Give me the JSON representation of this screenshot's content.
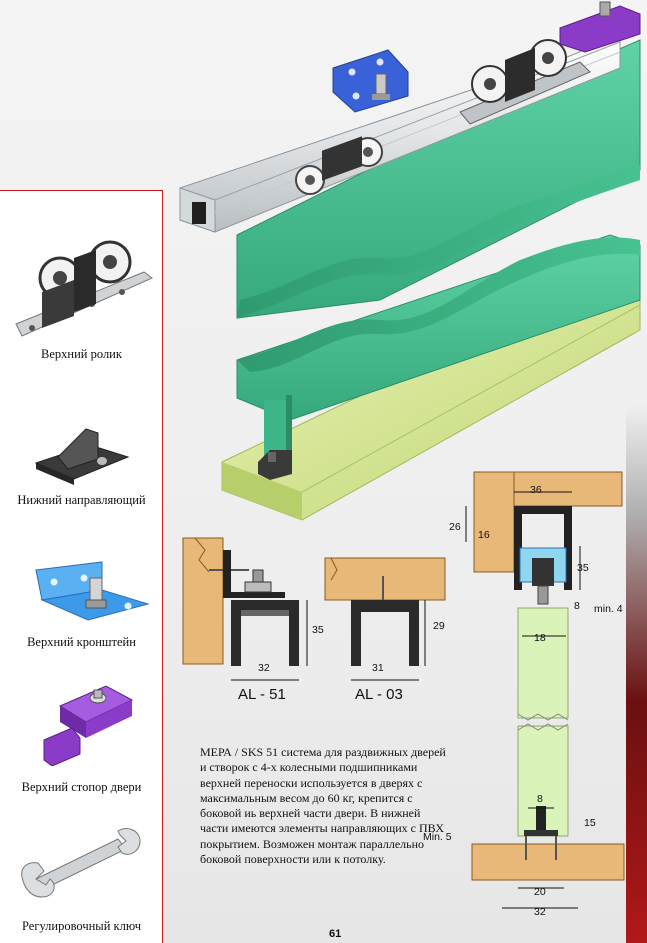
{
  "components": [
    {
      "label": "Верхний ролик",
      "icon": "upper-roller-icon"
    },
    {
      "label": "Нижний направляющий",
      "icon": "lower-guide-icon"
    },
    {
      "label": "Верхний кронштейн",
      "icon": "upper-bracket-icon"
    },
    {
      "label": "Верхний стопор двери",
      "icon": "door-stopper-icon"
    },
    {
      "label": "Регулировочный ключ",
      "icon": "adjusting-wrench-icon"
    }
  ],
  "profiles": [
    {
      "label": "AL - 51",
      "height": "35",
      "width": "32"
    },
    {
      "label": "AL - 03",
      "height": "29",
      "width": "31"
    }
  ],
  "install_dims": {
    "top_width": "36",
    "offset": "26",
    "screw": "16",
    "height": "35",
    "gap": "8",
    "min_top": "min. 4",
    "roller": "18",
    "guide_width": "8",
    "guide_height": "15",
    "min_bottom": "Min. 5",
    "base_inner": "20",
    "base_outer": "32"
  },
  "description": "МЕРА / SKS 51 система для раздвижных дверей и створок с 4-х колесными подшипниками верхней переноски используется в дверях с максимальным весом до 60 кг, крепится с боковой иь верхней части двери. В нижней части имеются элементы направляющих с ПВХ покрытием. Возможен монтаж параллельно боковой поверхности или к потолку.",
  "page_number": "61",
  "colors": {
    "accent_red": "#c82020",
    "door_green": "#3fbf8c",
    "bracket_blue": "#3a62d8",
    "stopper_purple": "#8a3cc8",
    "wood": "#e8b878",
    "floor_wood": "#cddf86"
  }
}
